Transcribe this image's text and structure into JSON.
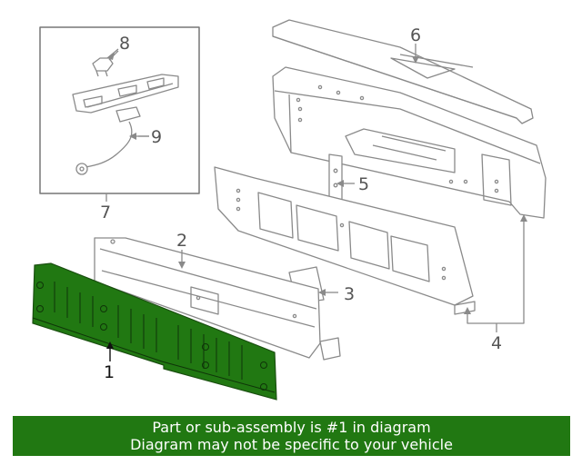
{
  "colors": {
    "highlight_part": "#217812",
    "outline": "#8a8a8a",
    "banner_bg": "#217812",
    "banner_text": "#ffffff"
  },
  "callouts": {
    "c1": "1",
    "c2": "2",
    "c3": "3",
    "c4": "4",
    "c5": "5",
    "c6": "6",
    "c7": "7",
    "c8": "8",
    "c9": "9"
  },
  "banner": {
    "line1": "Part or sub-assembly is #1 in diagram",
    "line2": "Diagram may not be specific to your vehicle"
  }
}
